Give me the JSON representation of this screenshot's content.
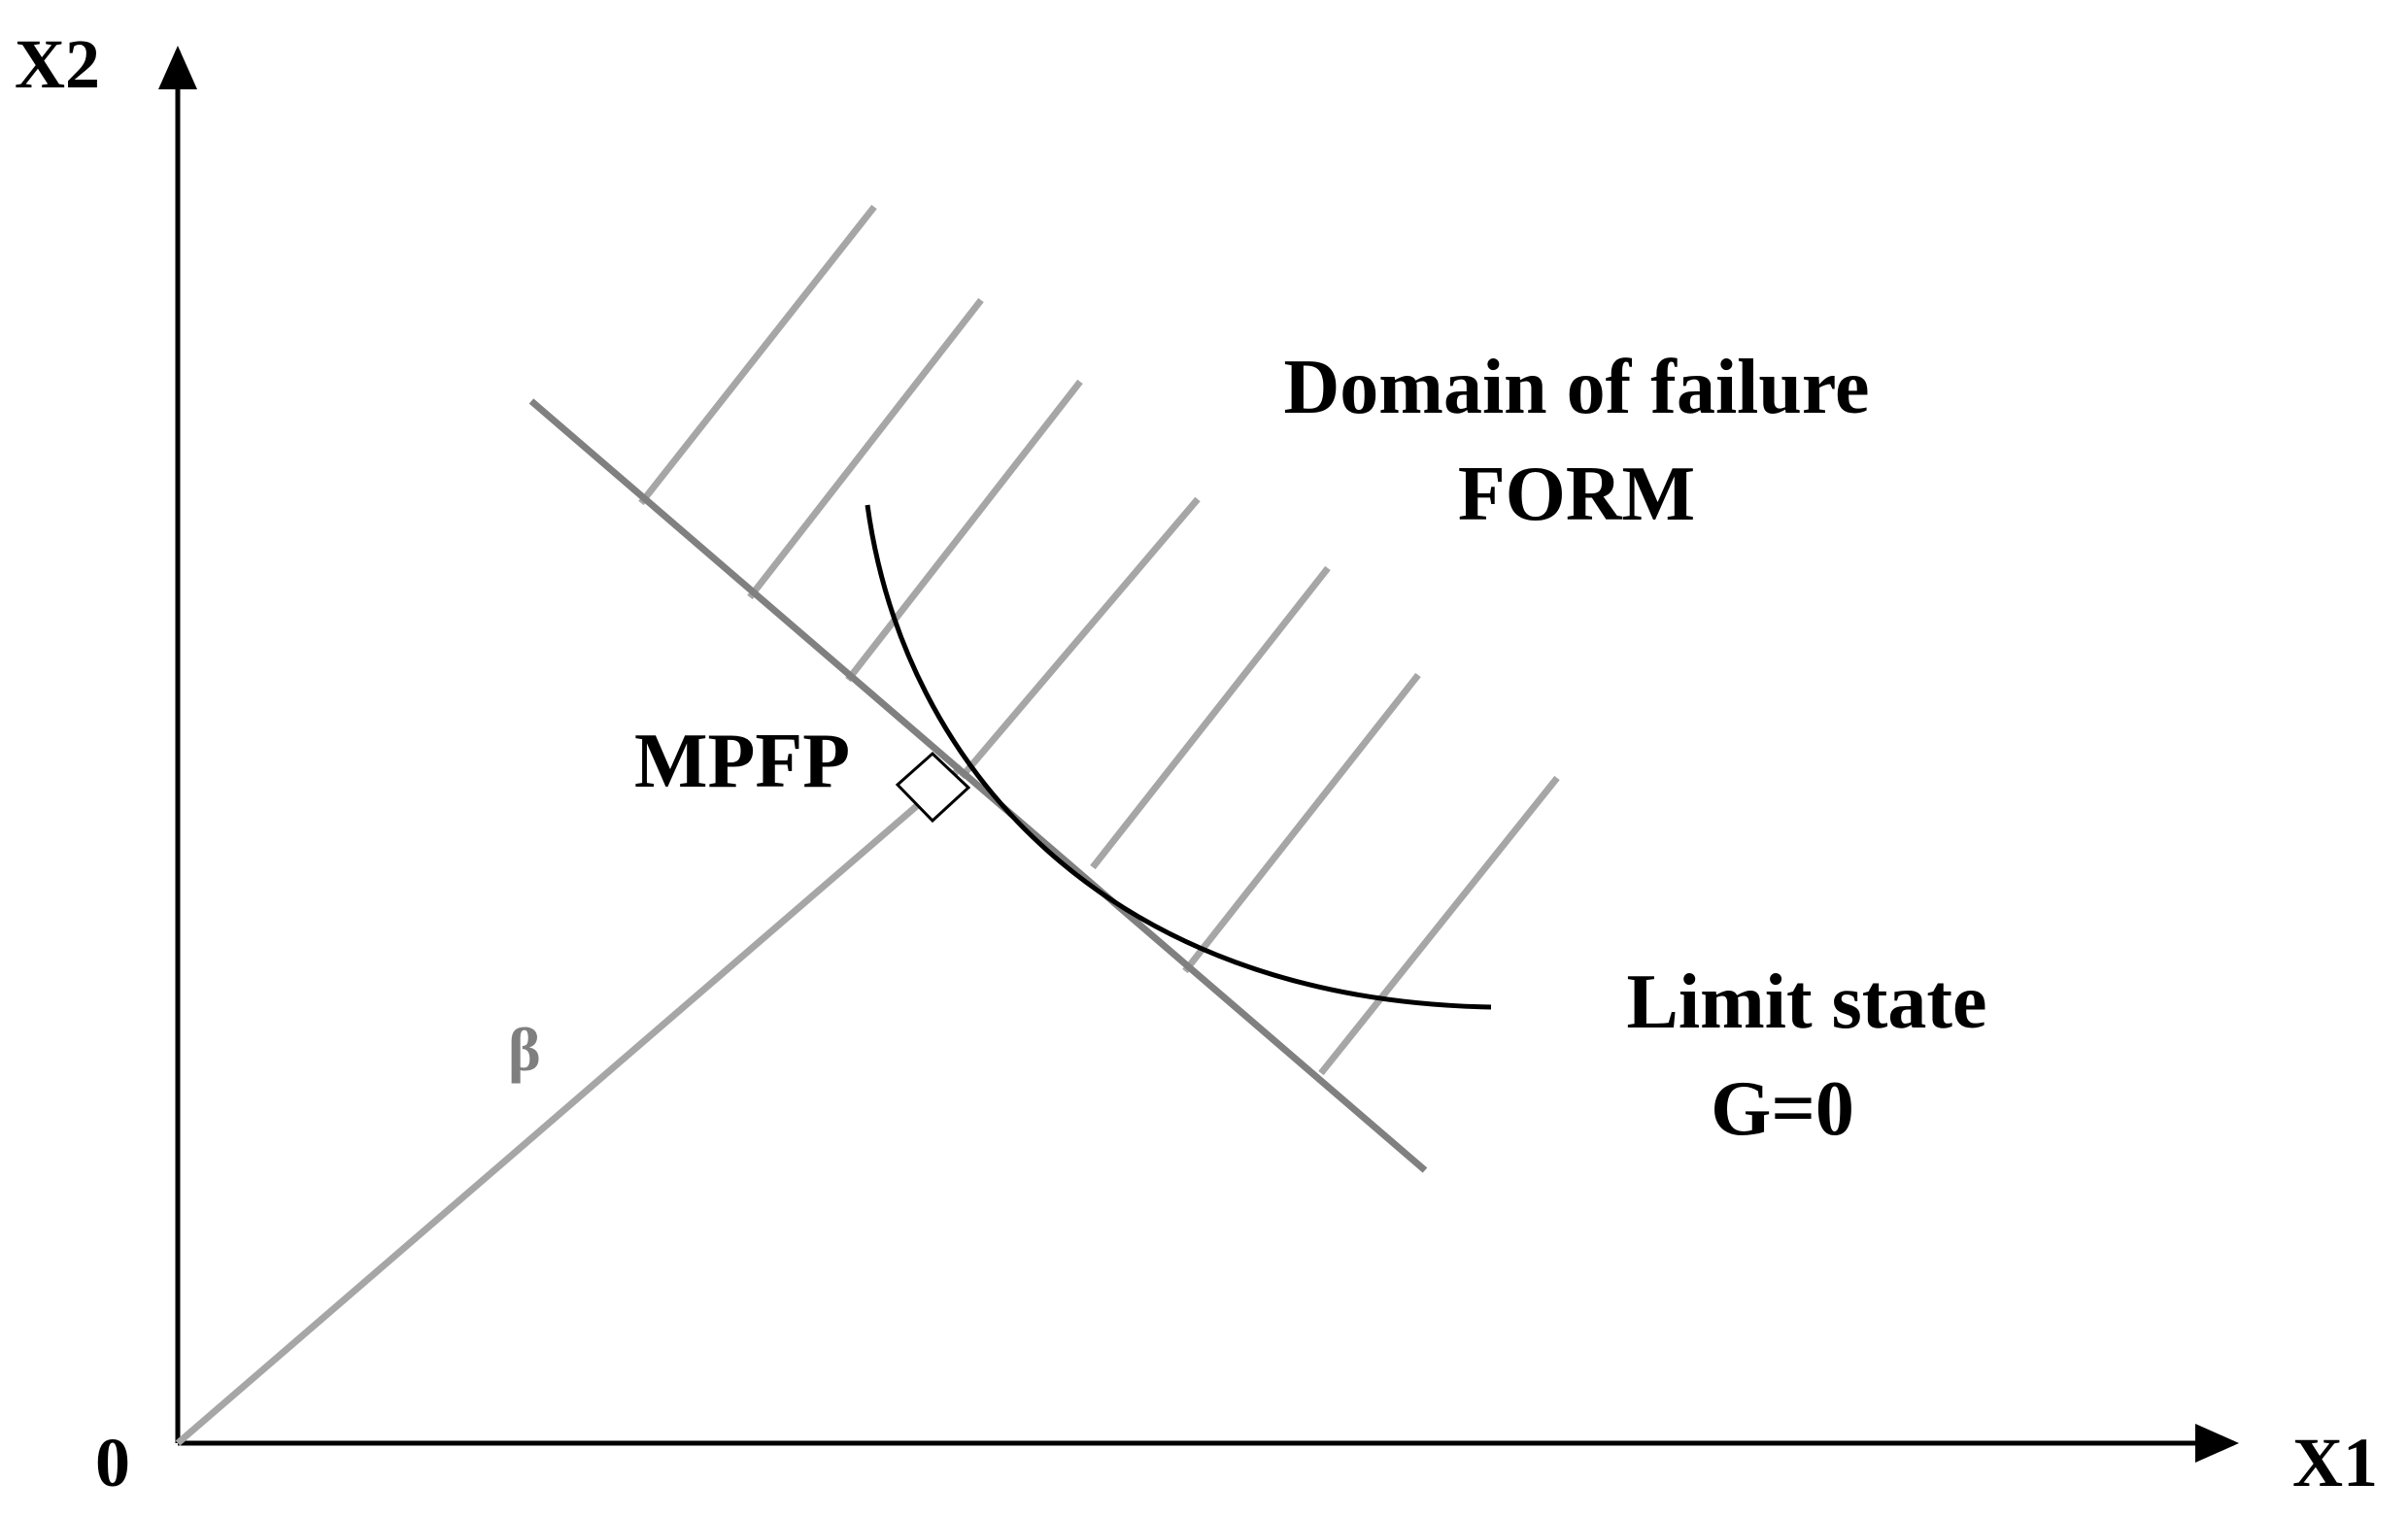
{
  "axes": {
    "x_label": "X1",
    "y_label": "X2",
    "origin_label": "0"
  },
  "labels": {
    "domain_line1": "Domain of failure",
    "domain_line2": "FORM",
    "mpfp": "MPFP",
    "beta": "β",
    "limit_line1": "Limit state",
    "limit_line2": "G=0"
  },
  "colors": {
    "axis": "#000000",
    "gray_line": "#a6a6a6",
    "tangent_line": "#808080",
    "curve": "#000000",
    "beta_text": "#7f7f7f"
  }
}
